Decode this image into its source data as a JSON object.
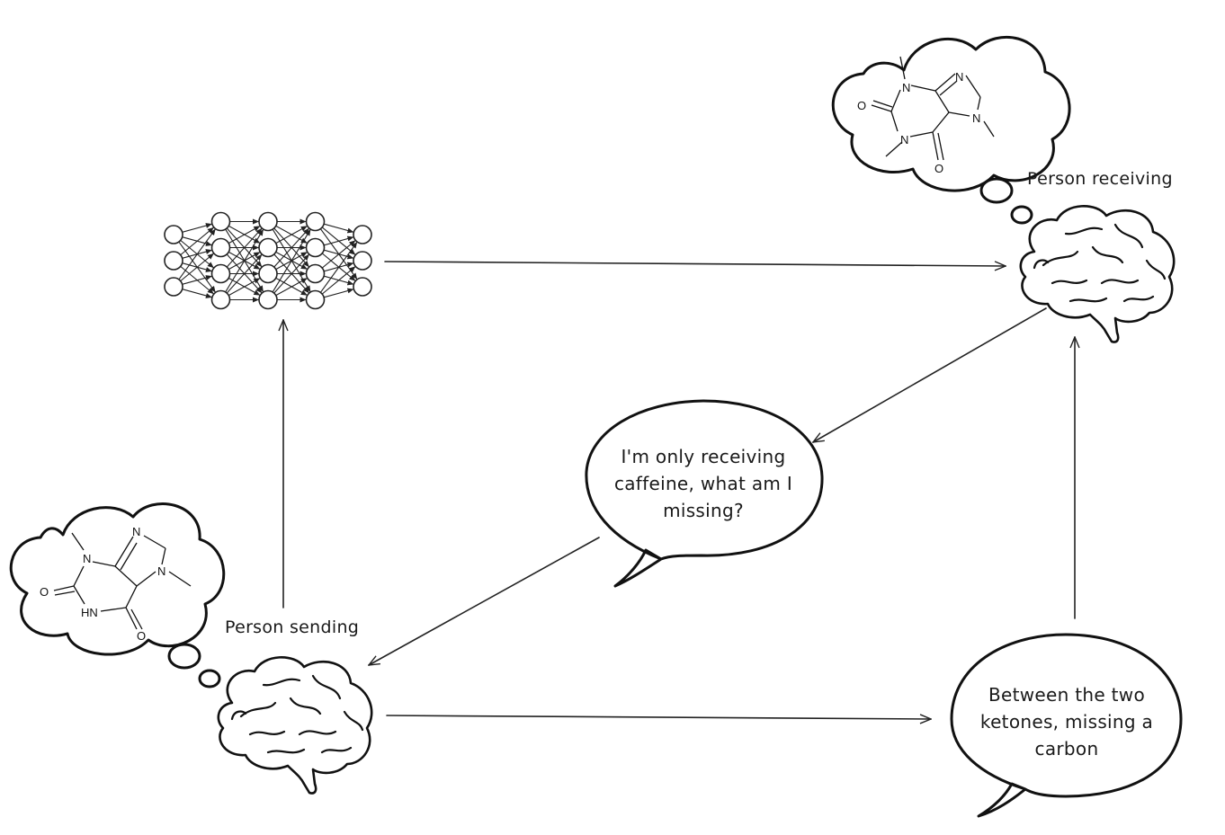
{
  "labels": {
    "receiver": "Person receiving",
    "sender": "Person sending"
  },
  "bubbles": {
    "question": [
      "I'm only receiving",
      "caffeine, what am I",
      "missing?"
    ],
    "answer": [
      "Between the two",
      "ketones, missing a",
      "carbon"
    ]
  },
  "molecules": {
    "caffeine": {
      "atoms": [
        "N",
        "N",
        "N",
        "N",
        "O",
        "O"
      ]
    },
    "theobromine_like": {
      "atoms": [
        "N",
        "N",
        "N",
        "HN",
        "O",
        "O"
      ]
    }
  },
  "network": {
    "layers": [
      3,
      4,
      4,
      4,
      3
    ]
  }
}
